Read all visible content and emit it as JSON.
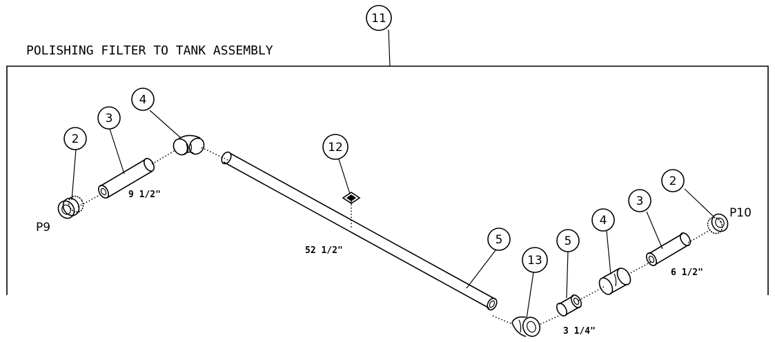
{
  "title": "POLISHING FILTER TO TANK ASSEMBLY",
  "assembly_callout": "11",
  "callouts": {
    "c2_left": "2",
    "c3_left": "3",
    "c4_left": "4",
    "c12": "12",
    "c5_long": "5",
    "c13": "13",
    "c5_short": "5",
    "c4_right": "4",
    "c3_right": "3",
    "c2_right": "2"
  },
  "dimensions": {
    "pipe_left": "9 1/2\"",
    "pipe_long": "52 1/2\"",
    "pipe_short": "3 1/4\"",
    "pipe_right": "6 1/2\""
  },
  "ports": {
    "left": "P9",
    "right": "P10"
  }
}
